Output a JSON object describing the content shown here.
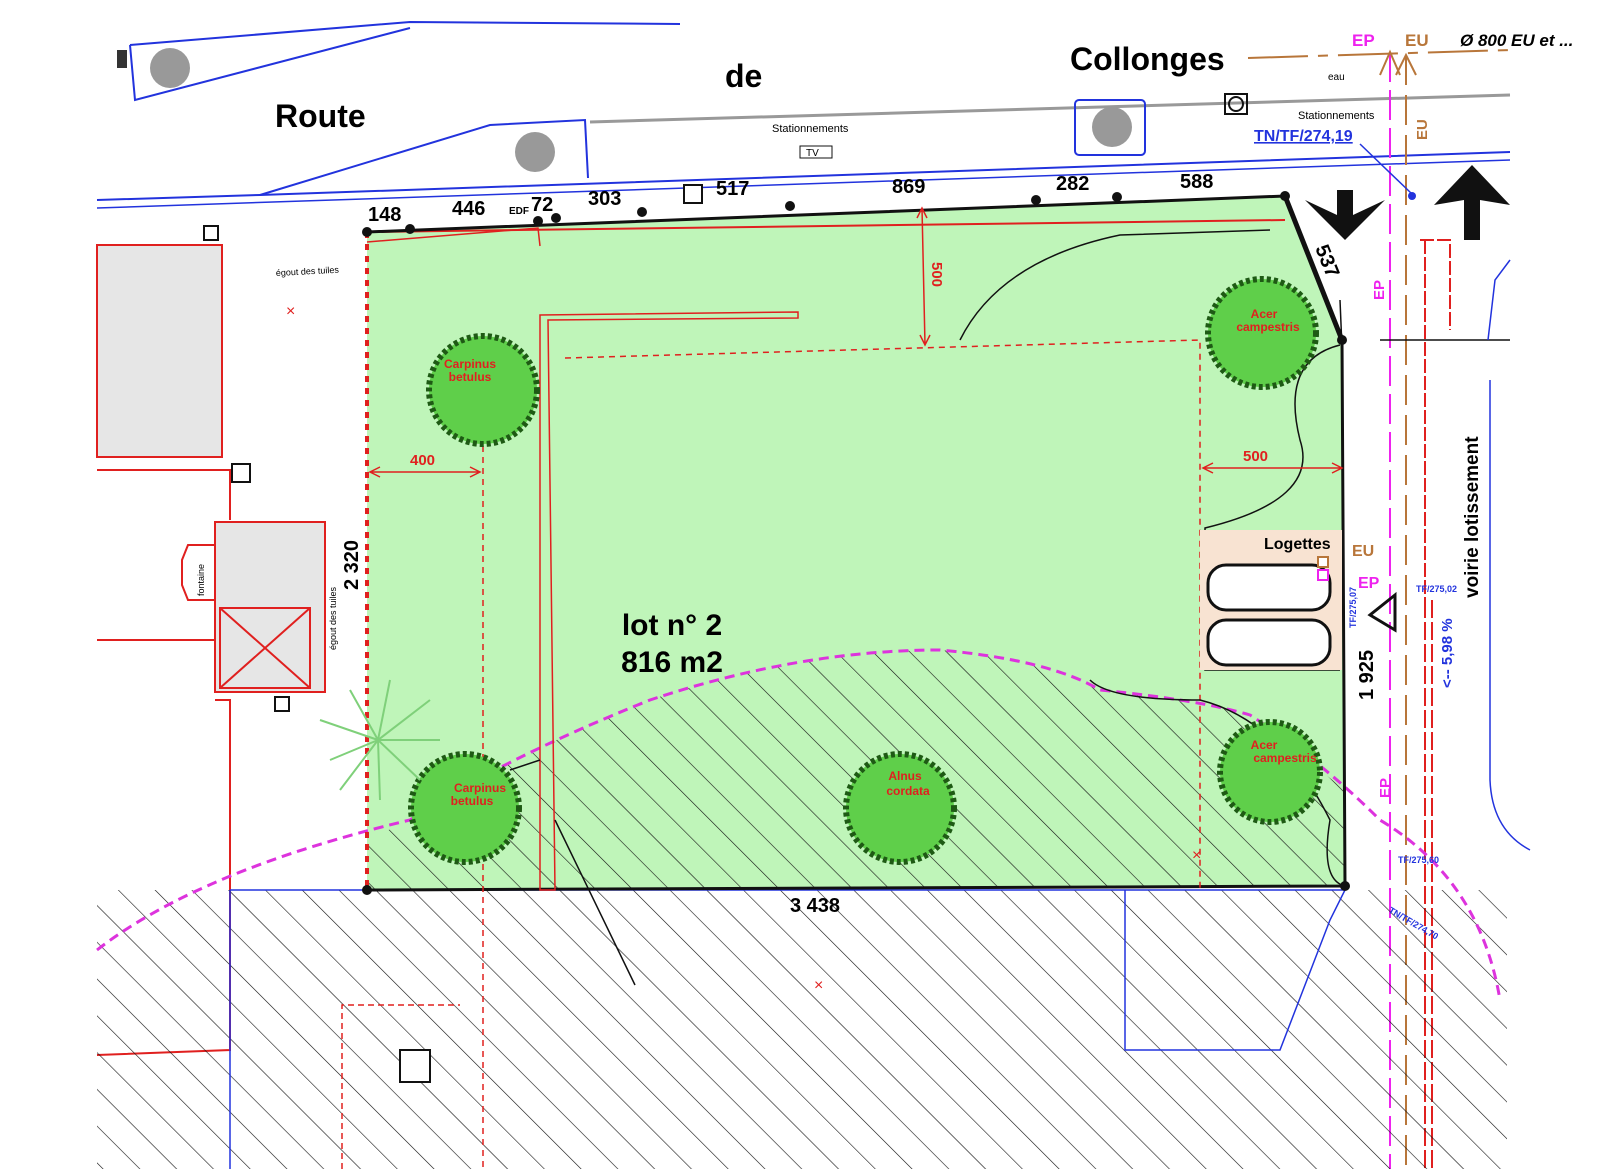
{
  "road": {
    "word1": "Route",
    "word2": "de",
    "word3": "Collonges"
  },
  "parking_labels": [
    "Stationnements",
    "Stationnements"
  ],
  "tv_label": "TV",
  "network": {
    "ep": "EP",
    "eu": "EU",
    "pipe_note": "Ø 800 EU et ...",
    "eau": "eau",
    "eu_vertical": "EU",
    "ep_vertical_1": "EP",
    "ep_vertical_2": "EP"
  },
  "levels": {
    "tn_tf_top": "TN/TF/274,19",
    "tf_1": "TF/275,02",
    "tf_2": "TF/275,07",
    "tf_3": "TF/275,60",
    "tn_tf_bottom": "TN/TF/274,70"
  },
  "street": {
    "name": "voirie lotissement",
    "slope": "<-- 5,98 %"
  },
  "frontage_dims": [
    "148",
    "446",
    "72",
    "303",
    "517",
    "869",
    "282",
    "588"
  ],
  "edf_label": "EDF",
  "side_dims": {
    "diag": "537",
    "left": "2 320",
    "right": "1 925",
    "bottom": "3 438"
  },
  "setbacks": {
    "top": "500",
    "left": "400",
    "right": "500"
  },
  "lot": {
    "name": "lot n° 2",
    "area": "816 m2"
  },
  "logettes": {
    "label": "Logettes",
    "eu": "EU",
    "ep": "EP"
  },
  "trees": [
    {
      "line1": "Carpinus",
      "line2": "betulus"
    },
    {
      "line1": "Carpinus",
      "line2": "betulus"
    },
    {
      "line1": "Alnus",
      "line2": "cordata"
    },
    {
      "line1": "Acer",
      "line2": "campestris"
    },
    {
      "line1": "Acer",
      "line2": "campestris"
    }
  ],
  "neighbor": {
    "gutter_1": "égout des tuiles",
    "gutter_2": "égout des tuiles",
    "fountain": "fontaine"
  },
  "colors": {
    "lot_fill": "#bff5b9",
    "tree": "#5fcf4a",
    "boundary": "#e0201f",
    "network_blue": "#2233dd",
    "ep": "#ee22ee",
    "eu": "#b8763a"
  }
}
